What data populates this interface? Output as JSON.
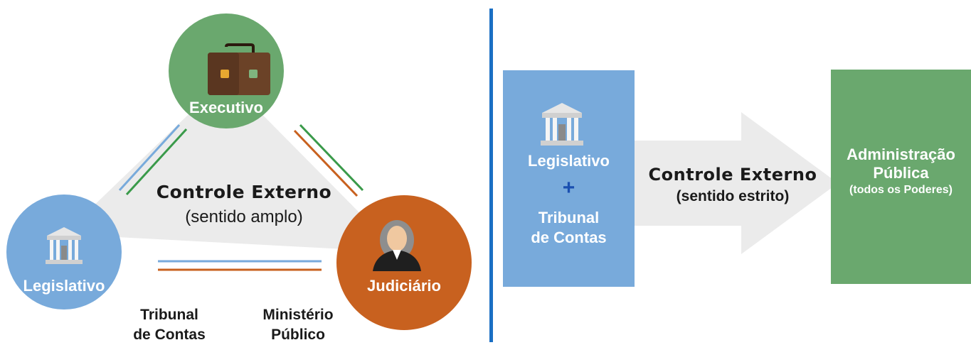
{
  "colors": {
    "executivo": "#6aa86e",
    "legislativo": "#78aadb",
    "judiciario": "#c8611f",
    "triangle": "#ebebeb",
    "divider": "#1a6fc4",
    "arrow": "#ebebeb",
    "administracao": "#6aa86e"
  },
  "left": {
    "executivo": {
      "label": "Executivo",
      "icon": "briefcase-icon"
    },
    "legislativo": {
      "label": "Legislativo",
      "icon": "building-icon"
    },
    "judiciario": {
      "label": "Judiciário",
      "icon": "judge-icon"
    },
    "center_title": "Controle Externo",
    "center_subtitle": "(sentido amplo)",
    "tribunal": [
      "Tribunal",
      "de Contas"
    ],
    "ministerio": [
      "Ministério",
      "Público"
    ]
  },
  "right": {
    "box": {
      "icon": "building-icon",
      "line1": "Legislativo",
      "plus": "+",
      "line2": "Tribunal",
      "line3": "de Contas"
    },
    "arrow_title": "Controle Externo",
    "arrow_subtitle": "(sentido estrito)",
    "target": {
      "line1": "Administração",
      "line2": "Pública",
      "line3": "(todos os Poderes)"
    }
  }
}
